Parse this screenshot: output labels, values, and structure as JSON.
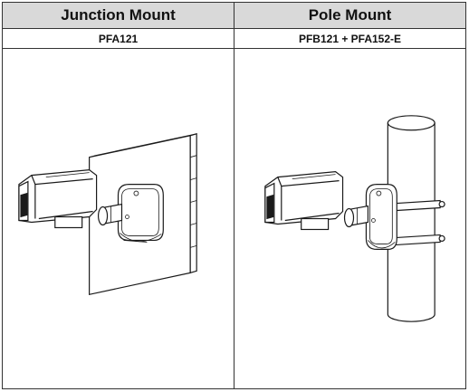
{
  "table": {
    "columns": [
      {
        "header": "Junction Mount",
        "model": "PFA121",
        "illustration": "camera-on-wall-junction-box"
      },
      {
        "header": "Pole Mount",
        "model": "PFB121 + PFA152-E",
        "illustration": "camera-on-pole-with-clamp"
      }
    ]
  },
  "colors": {
    "header_bg": "#d9d9d9",
    "border": "#333333",
    "line_art": "#1a1a1a"
  }
}
